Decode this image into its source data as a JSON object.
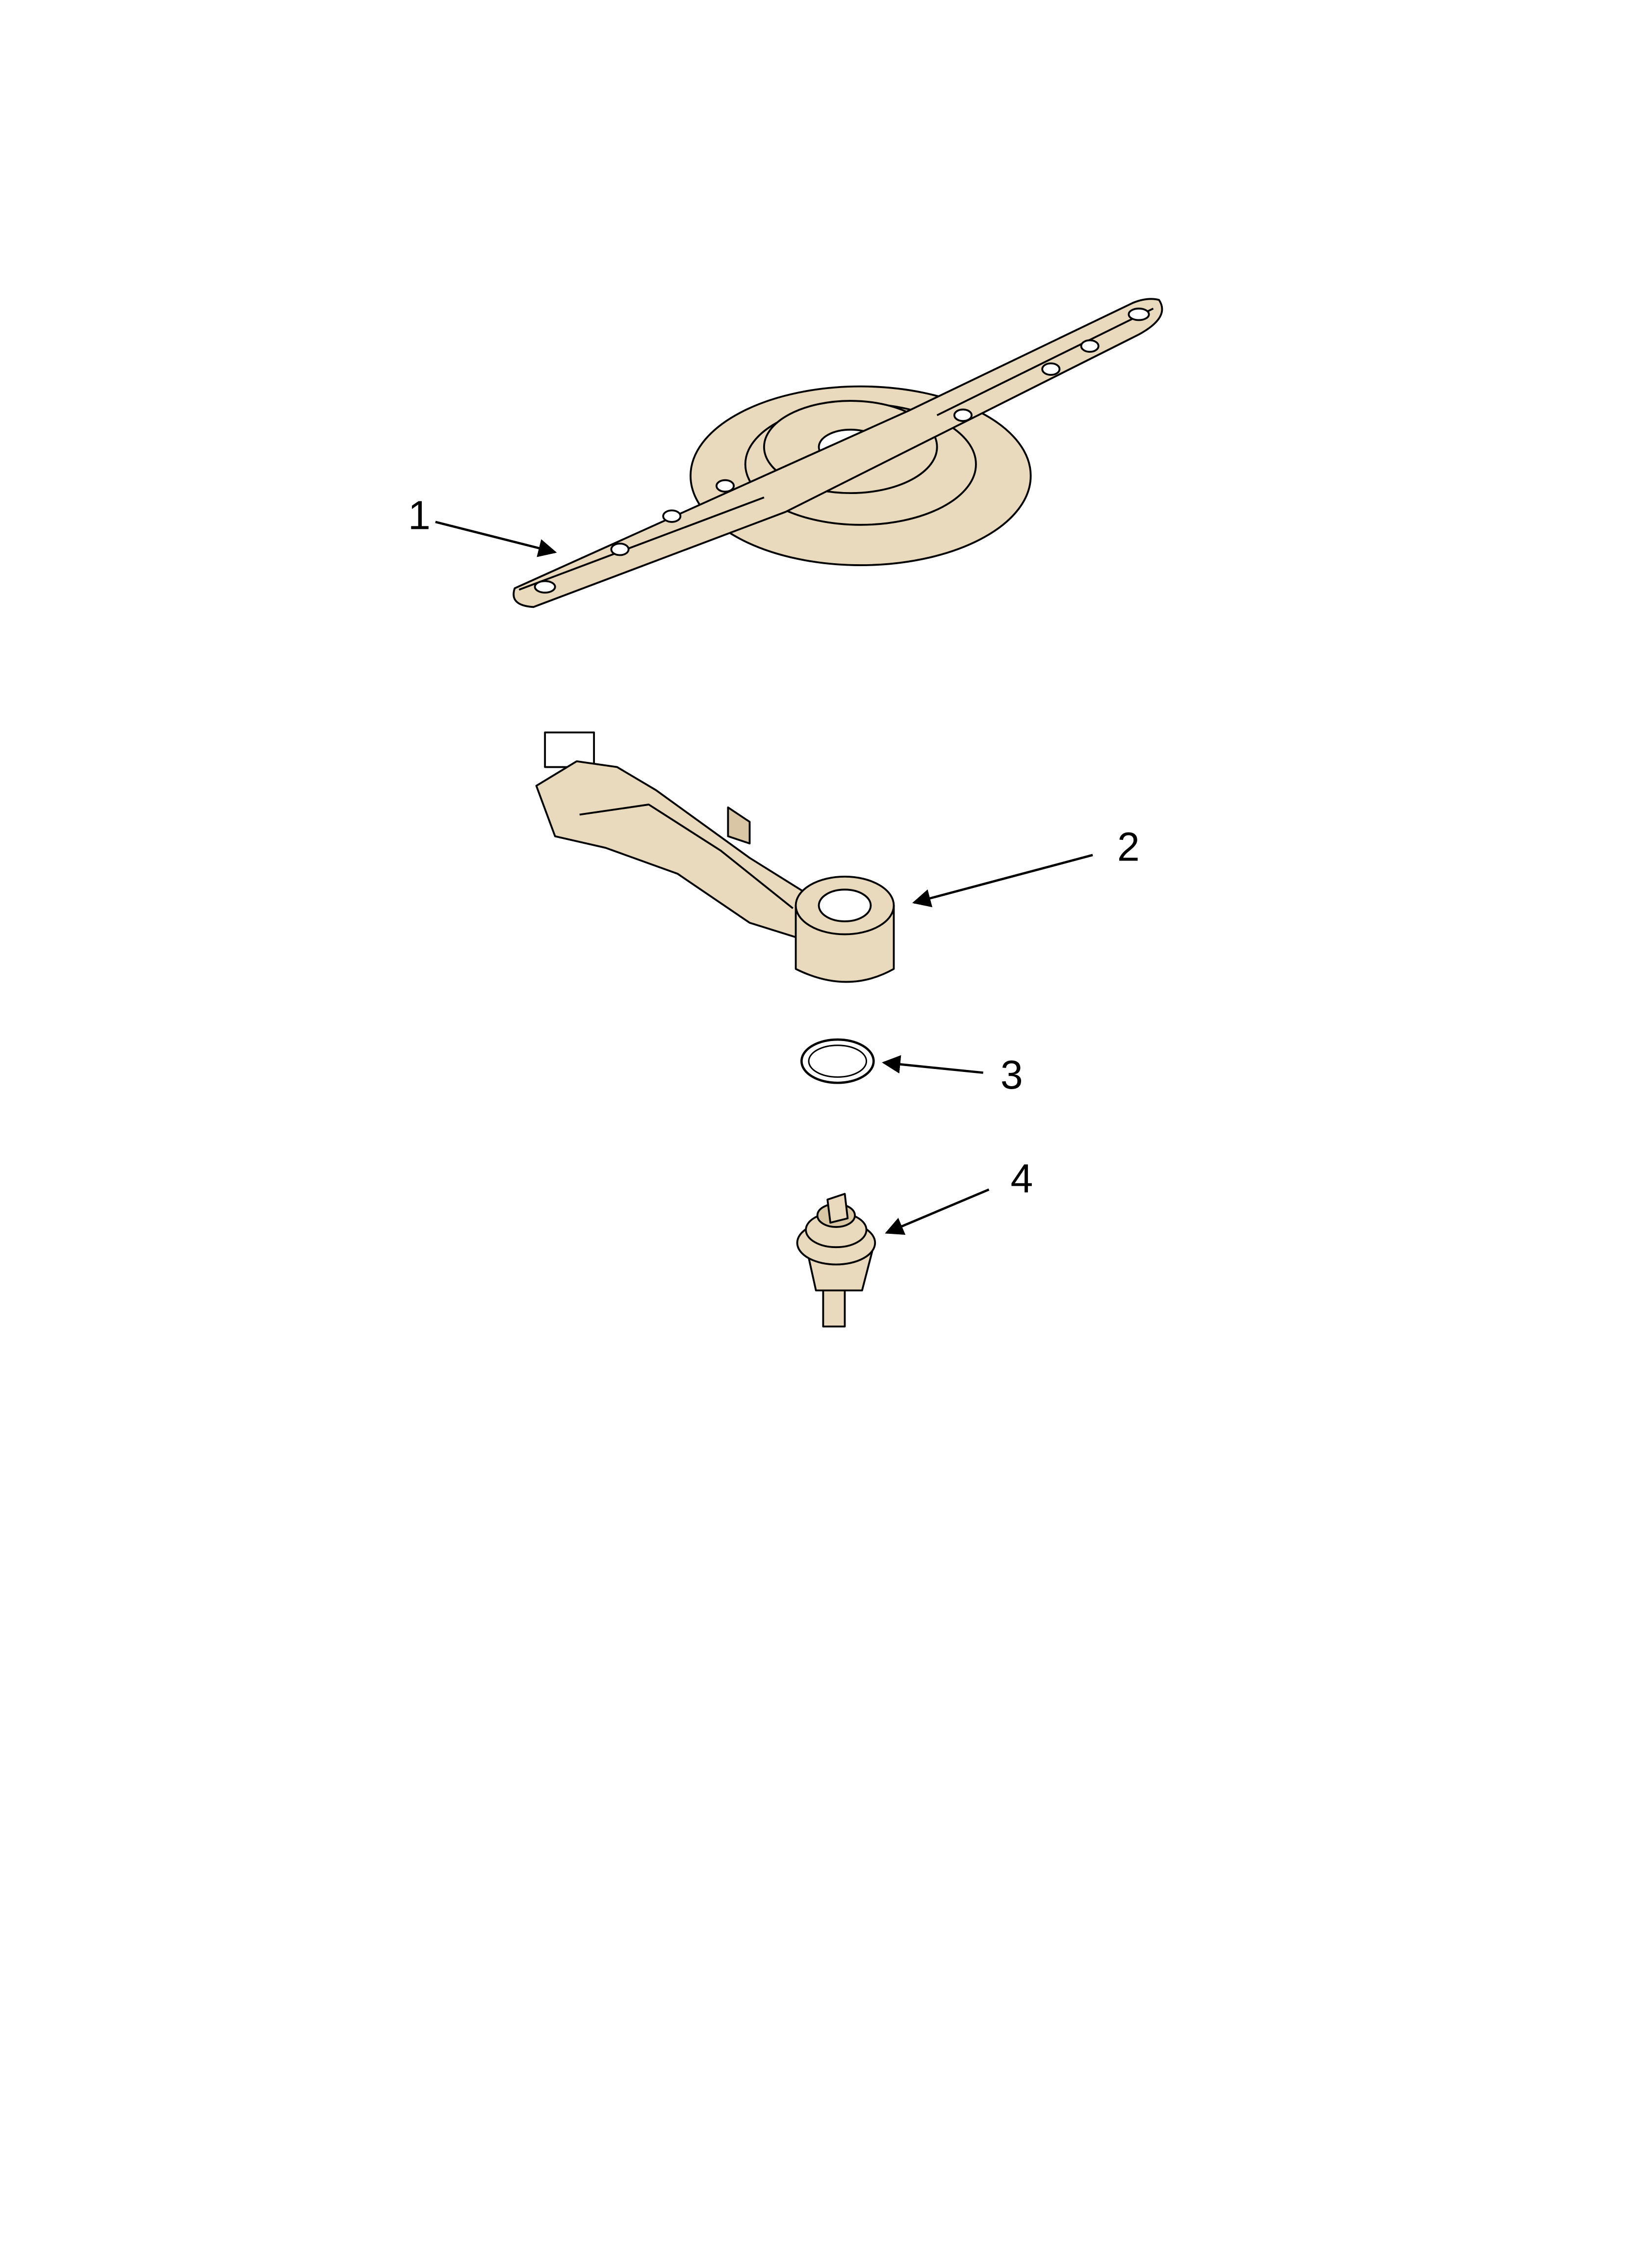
{
  "diagram": {
    "parts": [
      {
        "number": "1",
        "icon": "spray-arm-icon"
      },
      {
        "number": "2",
        "icon": "manifold-icon"
      },
      {
        "number": "3",
        "icon": "o-ring-icon"
      },
      {
        "number": "4",
        "icon": "valve-stem-icon"
      }
    ],
    "colors": {
      "fill": "#e9d9bd",
      "fill_dark": "#d8c6a4",
      "stroke": "#000000"
    }
  }
}
